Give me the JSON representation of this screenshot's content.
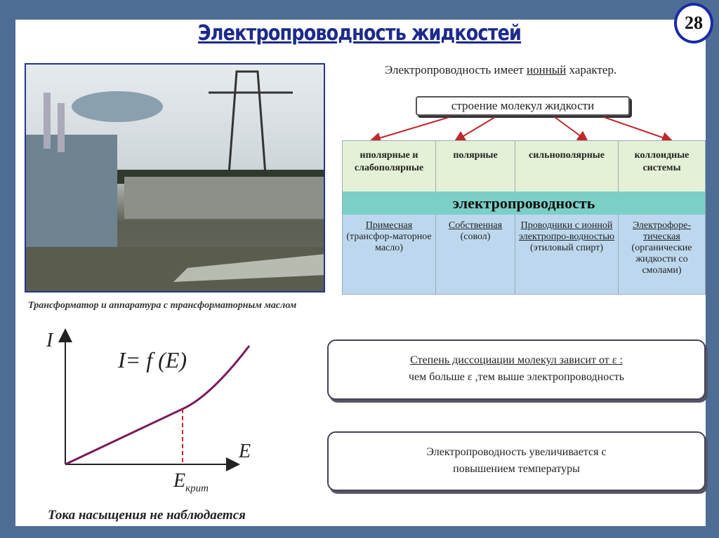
{
  "slide_number": "28",
  "title": "Электропроводность жидкостей",
  "photo_caption": "Трансформатор и аппаратура с трансформаторным маслом",
  "intro": {
    "before": "Электропроводность имеет ",
    "underlined": "ионный",
    "after": " характер."
  },
  "structure_label": "строение молекул жидкости",
  "categories": [
    [
      "нполярные и",
      "слабополярные"
    ],
    [
      "полярные",
      ""
    ],
    [
      "сильнополярные",
      ""
    ],
    [
      "коллоидные",
      "системы"
    ]
  ],
  "conductivity_header": "электропроводность",
  "types": [
    {
      "name": "Примесная",
      "desc": "(трансфор-маторное масло)"
    },
    {
      "name": "Собственная",
      "desc": "(совол)"
    },
    {
      "name": "Проводники с ионной электропро-водностью",
      "desc": "(этиловый спирт)"
    },
    {
      "name": "Электрофоре-тическая",
      "desc": "(органические жидкости со смолами)"
    }
  ],
  "graph": {
    "y_label": "I",
    "x_label": "E",
    "formula": "I= f (E)",
    "crit_label": "E",
    "crit_sub": "крит",
    "caption": "Тока насыщения не наблюдается",
    "curve_color": "#7a1a5a"
  },
  "box1": {
    "line1": "Степень диссоциации молекул зависит от ε :",
    "line2": "чем больше ε ,тем выше электропроводность"
  },
  "box2": {
    "line1": "Электропроводность увеличивается с",
    "line2": "повышением температуры"
  }
}
